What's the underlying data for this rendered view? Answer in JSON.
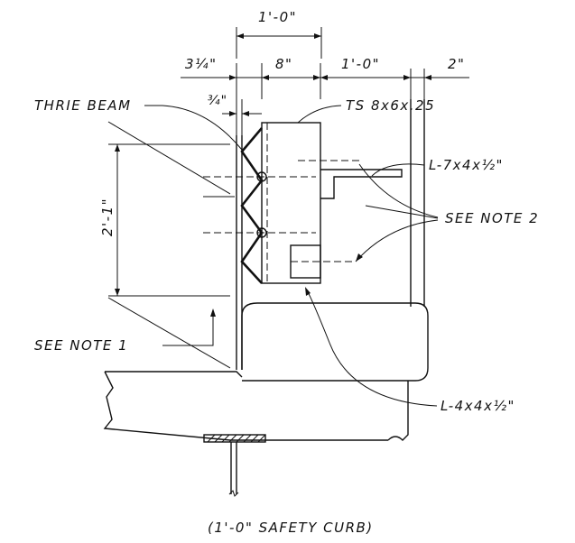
{
  "drawing": {
    "caption": "(1'-0\" SAFETY CURB)",
    "dims": {
      "top_width": "1'-0\"",
      "left_offset": "3¼\"",
      "ts_width": "8\"",
      "right_width": "1'-0\"",
      "edge_gap": "2\"",
      "plate": "¾\"",
      "height": "2'-1\""
    },
    "labels": {
      "thrie_beam": "THRIE BEAM",
      "ts": "TS 8x6x.25",
      "angle_top": "L-7x4x½\"",
      "note2": "SEE NOTE 2",
      "note1": "SEE NOTE 1",
      "angle_bottom": "L-4x4x½\""
    }
  }
}
